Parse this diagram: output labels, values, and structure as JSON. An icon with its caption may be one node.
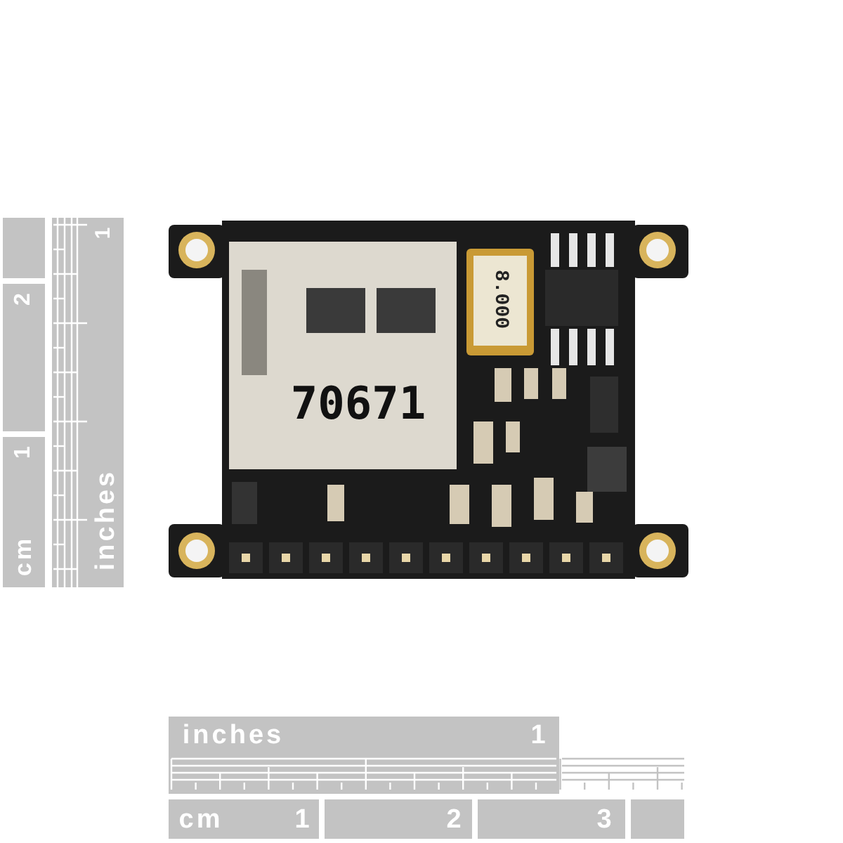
{
  "diagram": {
    "labels": [
      "1",
      "2",
      "8.000",
      "70671",
      "1",
      "inches",
      "cm",
      "inches",
      "1",
      "cm",
      "1",
      "2",
      "3"
    ]
  }
}
